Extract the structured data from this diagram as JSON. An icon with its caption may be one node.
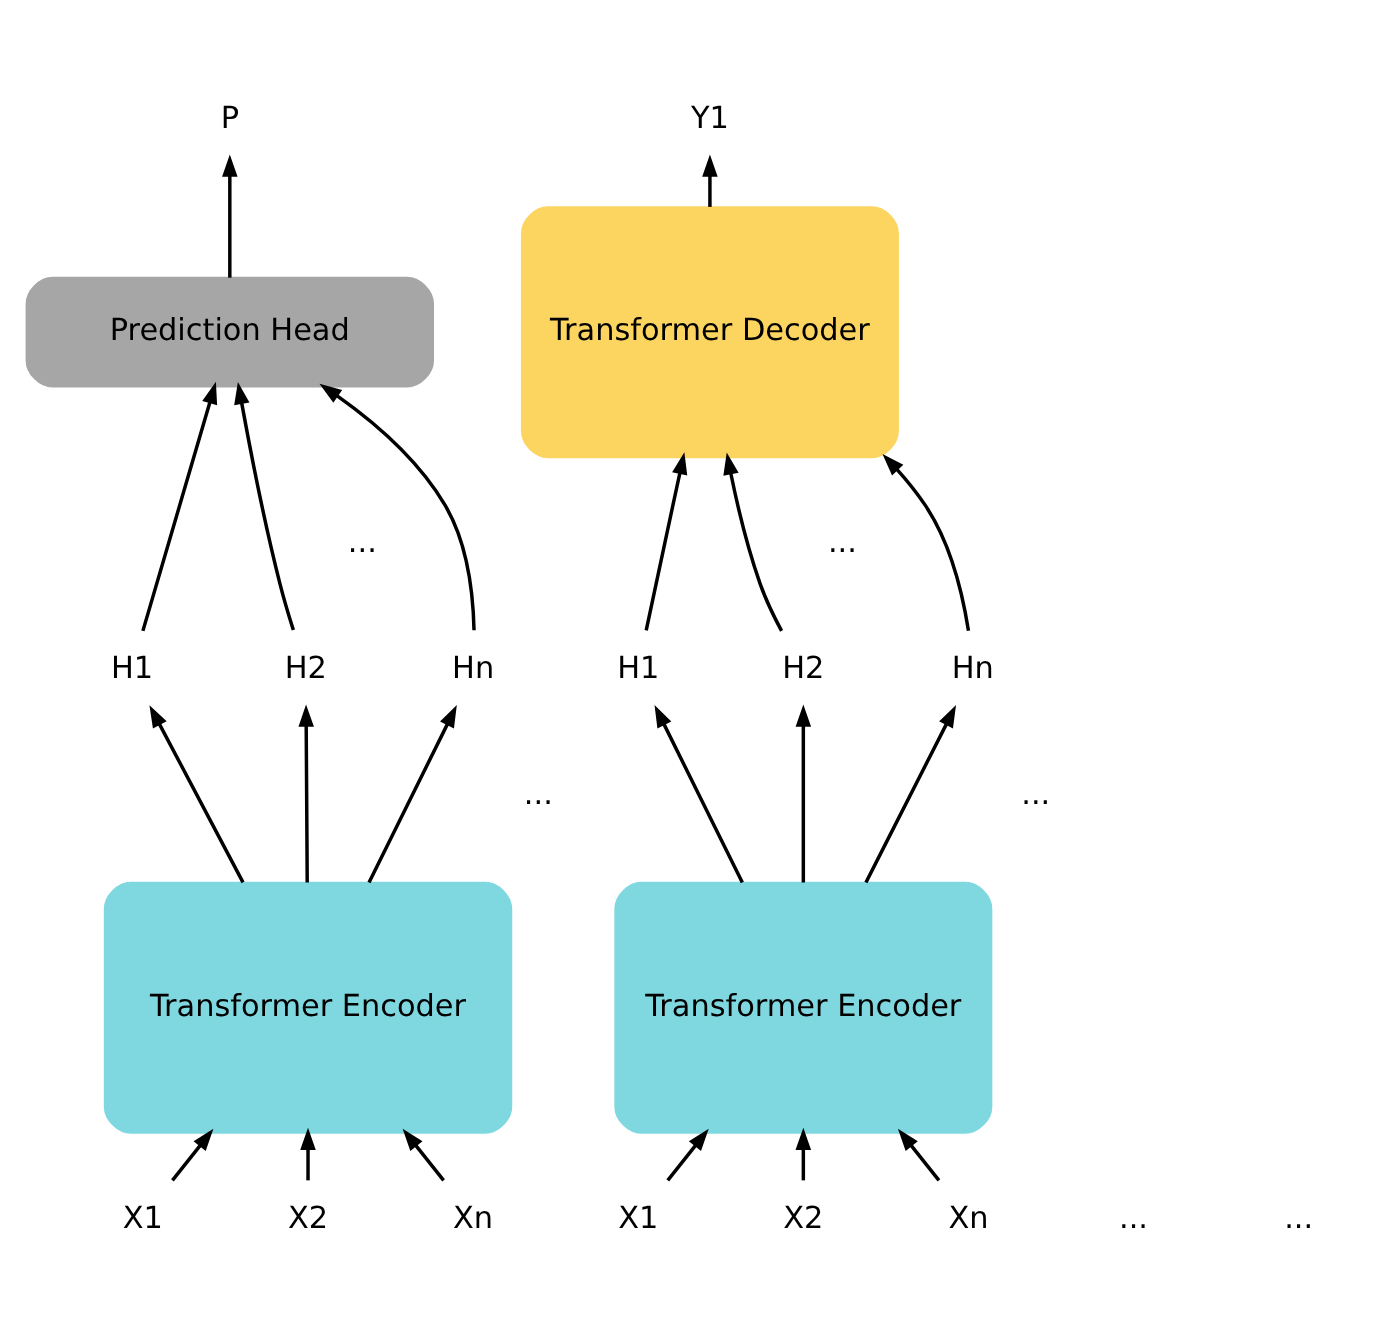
{
  "diagram": {
    "nodes": [
      {
        "text": [
          "P"
        ]
      },
      {
        "text": [
          "Prediction Head"
        ]
      },
      {
        "text": [
          "H1"
        ]
      },
      {
        "text": [
          "H2"
        ]
      },
      {
        "text": [
          "Hn"
        ]
      },
      {
        "text": [
          "Transformer Encoder"
        ]
      },
      {
        "text": [
          "X1"
        ]
      },
      {
        "text": [
          "X2"
        ]
      },
      {
        "text": [
          "Xn"
        ]
      },
      {
        "text": [
          "Y1"
        ]
      },
      {
        "text": [
          "Transformer Decoder"
        ]
      },
      {
        "text": [
          "H1"
        ]
      },
      {
        "text": [
          "H2"
        ]
      },
      {
        "text": [
          "Hn"
        ]
      },
      {
        "text": [
          "Transformer Encoder"
        ]
      },
      {
        "text": [
          "X1"
        ]
      },
      {
        "text": [
          "X2"
        ]
      },
      {
        "text": [
          "Xn"
        ]
      }
    ],
    "edges": [
      {
        "from": 1,
        "to": 0,
        "arrow": "to"
      },
      {
        "from": 2,
        "to": 1,
        "arrow": "to"
      },
      {
        "from": 3,
        "to": 1,
        "arrow": "to"
      },
      {
        "from": 4,
        "to": 1,
        "arrow": "to"
      },
      {
        "from": 5,
        "to": 2,
        "arrow": "to"
      },
      {
        "from": 5,
        "to": 3,
        "arrow": "to"
      },
      {
        "from": 5,
        "to": 4,
        "arrow": "to"
      },
      {
        "from": 6,
        "to": 5,
        "arrow": "to"
      },
      {
        "from": 7,
        "to": 5,
        "arrow": "to"
      },
      {
        "from": 8,
        "to": 5,
        "arrow": "to"
      },
      {
        "from": 10,
        "to": 9,
        "arrow": "to"
      },
      {
        "from": 11,
        "to": 10,
        "arrow": "to"
      },
      {
        "from": 12,
        "to": 10,
        "arrow": "to"
      },
      {
        "from": 13,
        "to": 10,
        "arrow": "to"
      },
      {
        "from": 14,
        "to": 11,
        "arrow": "to"
      },
      {
        "from": 14,
        "to": 12,
        "arrow": "to"
      },
      {
        "from": 14,
        "to": 13,
        "arrow": "to"
      },
      {
        "from": 15,
        "to": 14,
        "arrow": "to"
      },
      {
        "from": 16,
        "to": 14,
        "arrow": "to"
      },
      {
        "from": 17,
        "to": 14,
        "arrow": "to"
      }
    ],
    "labels": [
      "...",
      "...",
      "...",
      "...",
      "...",
      "..."
    ]
  }
}
